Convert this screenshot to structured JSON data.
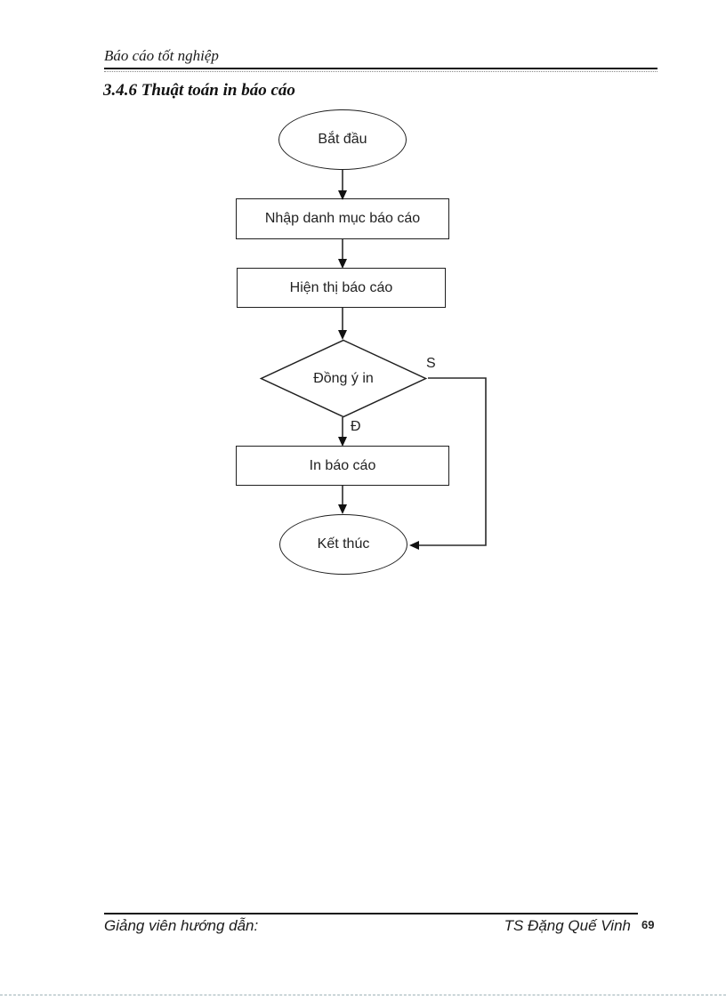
{
  "page": {
    "header": {
      "title": "Báo cáo tốt nghiệp"
    },
    "section_heading": "3.4.6 Thuật toán in báo cáo",
    "flowchart": {
      "type": "flowchart",
      "nodes": {
        "start": "Bắt đầu",
        "step1": "Nhập danh mục báo cáo",
        "step2": "Hiện thị báo cáo",
        "decision": "Đồng ý in",
        "step3": "In báo cáo",
        "end": "Kết thúc"
      },
      "edge_labels": {
        "no": "S",
        "yes": "Đ"
      }
    },
    "footer": {
      "left": "Giảng viên hướng dẫn:",
      "right": "TS Đặng Quế Vinh",
      "page_number": "69"
    }
  }
}
